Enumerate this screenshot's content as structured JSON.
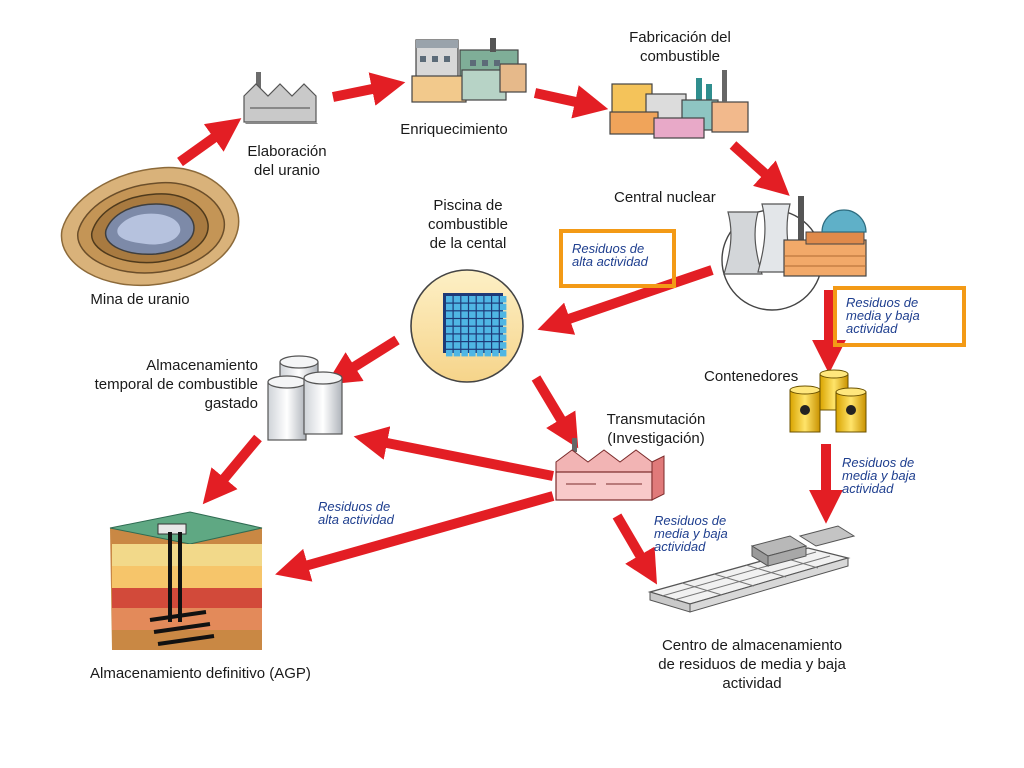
{
  "nodes": {
    "mine": "Mina de uranio",
    "processing": "Elaboración\ndel uranio",
    "enrichment": "Enriquecimiento",
    "fabrication": "Fabricación del\ncombustible",
    "plant": "Central nuclear",
    "pool": "Piscina de\ncombustible\nde la cental",
    "temp_storage": "Almacenamiento\ntemporal de combustible\ngastado",
    "containers": "Contenedores",
    "transmutation": "Transmutación\n(Investigación)",
    "final_storage": "Almacenamiento definitivo (AGP)",
    "center": "Centro de almacenamiento\nde residuos de media y baja\nactividad"
  },
  "waste": {
    "high_a": "Residuos de\nalta actividad",
    "medlow_a": "Residuos de\nmedia y baja\nactividad",
    "medlow_b": "Residuos de\nmedia y baja\nactividad",
    "high_b": "Residuos de\nalta actividad",
    "medlow_c": "Residuos de\nmedia y baja\nactividad"
  },
  "colors": {
    "arrow": "#e31e24",
    "highlight_box": "#f39a16",
    "waste_text": "#1f3f8f"
  }
}
